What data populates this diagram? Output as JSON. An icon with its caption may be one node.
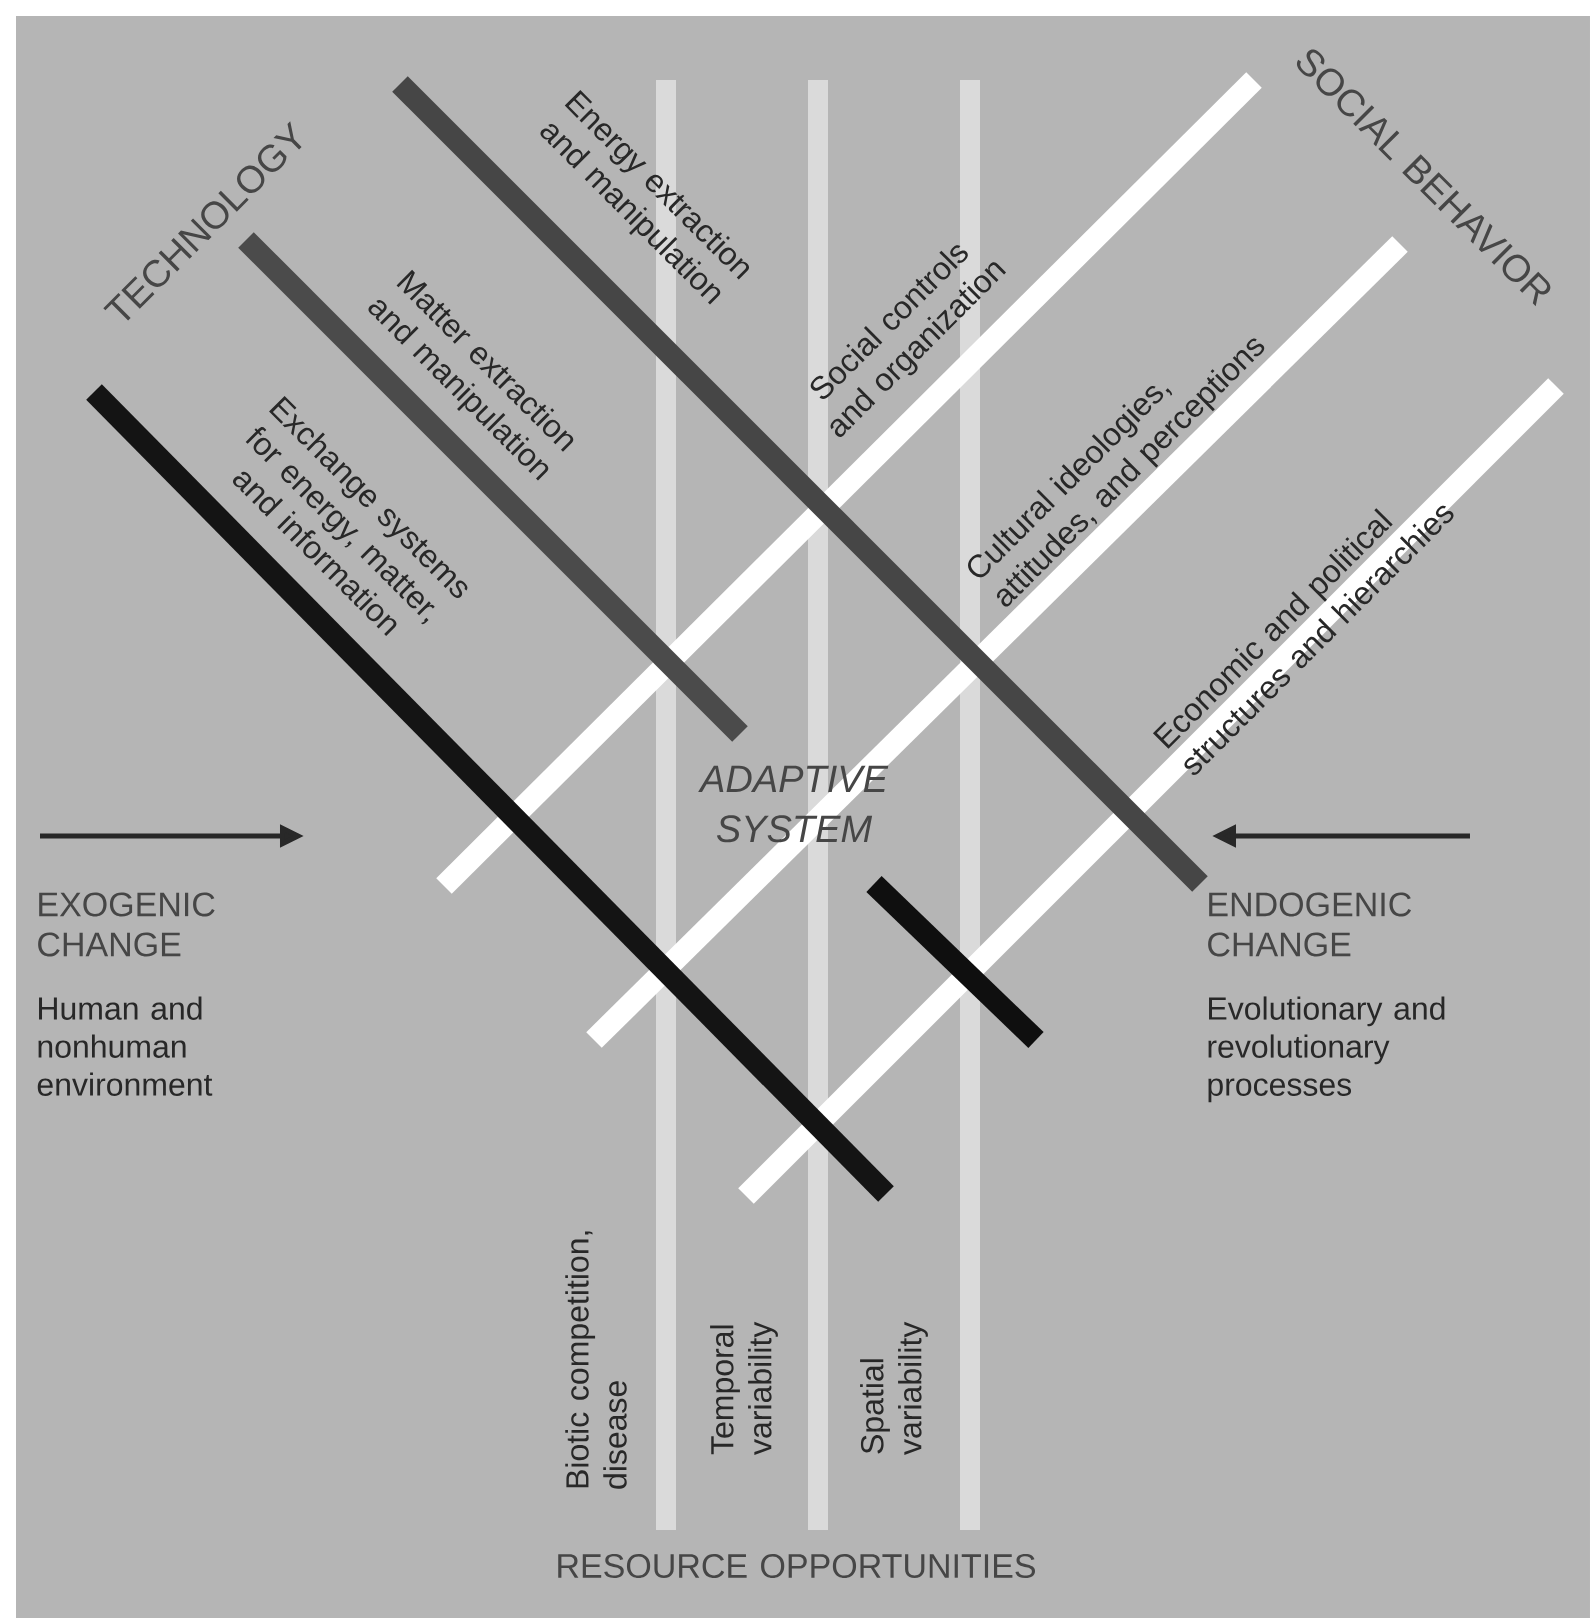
{
  "diagram": {
    "labels": [
      "TECHNOLOGY",
      "Energy extraction and manipulation",
      "SOCIAL BEHAVIOR",
      "Matter extraction and manipulation",
      "Social controls and organization",
      "Exchange systems for energy, matter, and information",
      "Cultural ideologies, attitudes, and perceptions",
      "Economic and political structures and hierarchies",
      "ADAPTIVE SYSTEM",
      "EXOGENIC CHANGE",
      "Human and nonhuman environment",
      "ENDOGENIC CHANGE",
      "Evolutionary and revolutionary processes",
      "Biotic competition, disease",
      "Temporal variability",
      "Spatial variability",
      "RESOURCE OPPORTUNITIES"
    ]
  }
}
